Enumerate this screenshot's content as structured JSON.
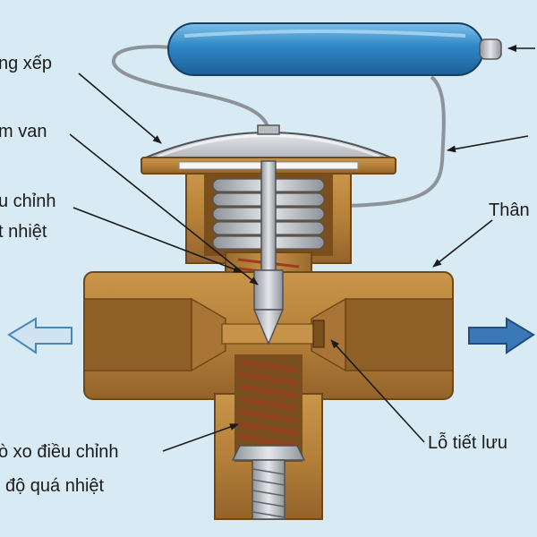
{
  "labels": {
    "bellows": "ng xếp",
    "needle": "m van",
    "adjust_line1": "u chỉnh",
    "adjust_line2": "t nhiệt",
    "body": "Thân",
    "spring_line1": "ò xo điều chỉnh",
    "spring_line2": "độ quá nhiệt",
    "orifice": "Lỗ tiết lưu"
  },
  "colors": {
    "background": "#d8ebf5",
    "brass": "#b5813a",
    "brass_dark": "#8a5a22",
    "bulb": "#2f86c4",
    "arrow_out": "#cfe3f1",
    "arrow_in": "#3a78b8",
    "leader": "#1a1a1a"
  },
  "icons": {
    "flow_out": "arrow-left-icon",
    "flow_in": "arrow-right-icon"
  }
}
